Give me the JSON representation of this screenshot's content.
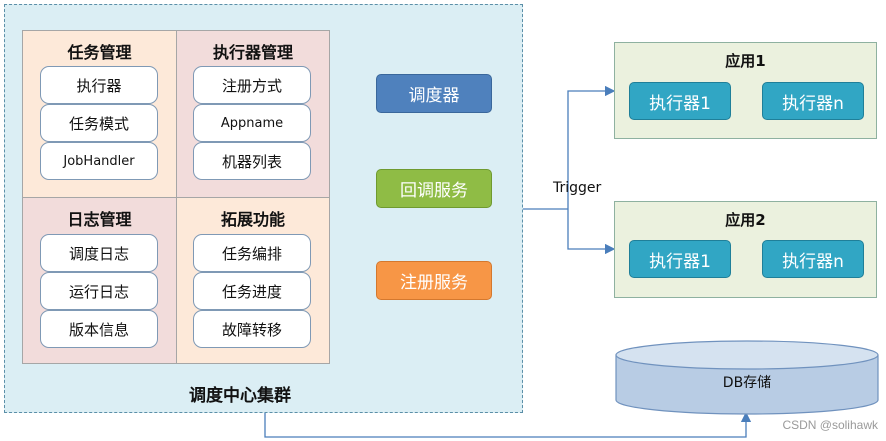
{
  "cluster": {
    "label": "调度中心集群",
    "task_mgmt": {
      "title": "任务管理",
      "items": [
        "执行器",
        "任务模式",
        "JobHandler"
      ]
    },
    "executor_mgmt": {
      "title": "执行器管理",
      "items": [
        "注册方式",
        "Appname",
        "机器列表"
      ]
    },
    "log_mgmt": {
      "title": "日志管理",
      "items": [
        "调度日志",
        "运行日志",
        "版本信息"
      ]
    },
    "extensions": {
      "title": "拓展功能",
      "items": [
        "任务编排",
        "任务进度",
        "故障转移"
      ]
    },
    "services": [
      {
        "label": "调度器",
        "color": "#4f81bd"
      },
      {
        "label": "回调服务",
        "color": "#8fbc45"
      },
      {
        "label": "注册服务",
        "color": "#f79646"
      }
    ]
  },
  "trigger_label": "Trigger",
  "apps": [
    {
      "title": "应用1",
      "executors": [
        "执行器1",
        "执行器n"
      ]
    },
    {
      "title": "应用2",
      "executors": [
        "执行器1",
        "执行器n"
      ]
    }
  ],
  "db": {
    "label": "DB存储"
  },
  "watermark": "CSDN @solihawk",
  "colors": {
    "cluster_bg": "#dbeef4",
    "app_bg": "#ebf1de",
    "executor": "#31a6c4",
    "arrow": "#4a7ebb"
  }
}
